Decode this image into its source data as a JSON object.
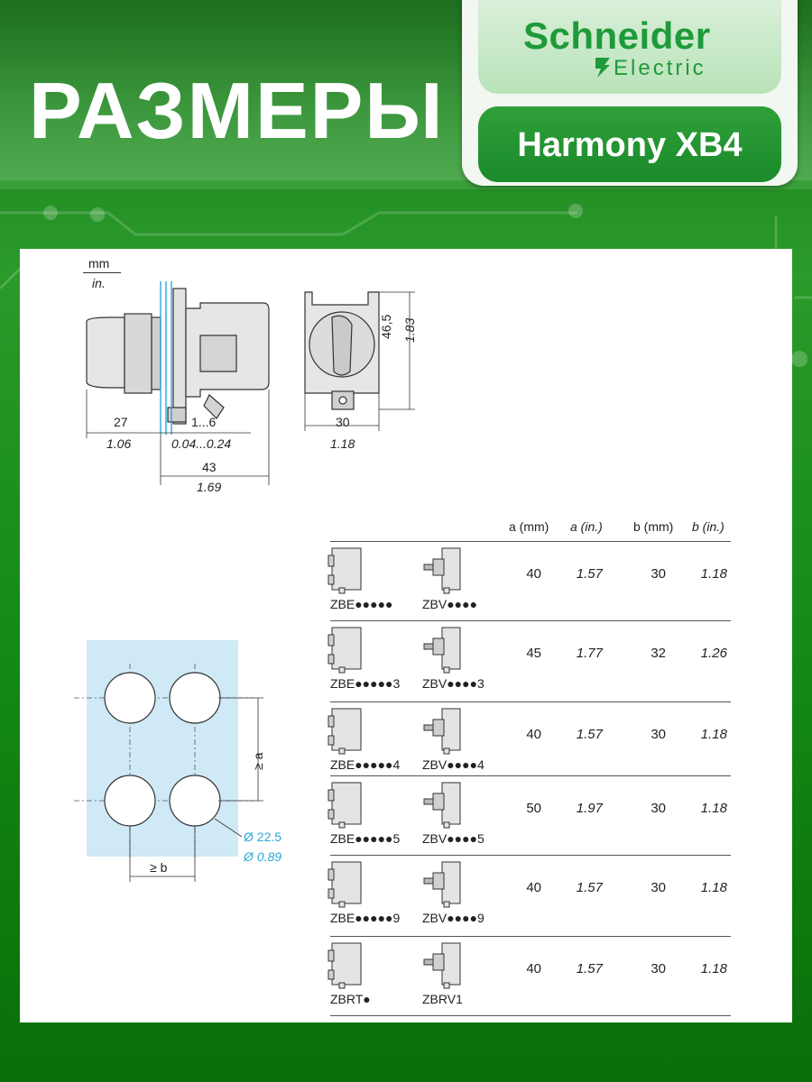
{
  "header": {
    "title": "РАЗМЕРЫ",
    "brand_name": "Schneider",
    "brand_sub": "Electric",
    "series": "Harmony XB4"
  },
  "colors": {
    "brand_green": "#1f9a3a",
    "background_green": "#138a13",
    "panel_blue": "#cfe9f7",
    "accent_cyan": "#2aa9d8"
  },
  "drawing": {
    "units_top": "mm",
    "units_bottom": "in.",
    "dim_27": "27",
    "dim_27_in": "1.06",
    "dim_1_6": "1...6",
    "dim_1_6_in": "0.04...0.24",
    "dim_43": "43",
    "dim_43_in": "1.69",
    "dim_30": "30",
    "dim_30_in": "1.18",
    "dim_46_5": "46,5",
    "dim_46_5_in": "1.83"
  },
  "cutout": {
    "label_a": "≥ a",
    "label_b": "≥ b",
    "diameter_mm": "Ø 22.5",
    "diameter_in": "Ø 0.89"
  },
  "table": {
    "headers": [
      "a (mm)",
      "a (in.)",
      "b (mm)",
      "b (in.)"
    ],
    "rows": [
      {
        "code_e": "ZBE●●●●●",
        "code_v": "ZBV●●●●",
        "a_mm": "40",
        "a_in": "1.57",
        "b_mm": "30",
        "b_in": "1.18"
      },
      {
        "code_e": "ZBE●●●●●3",
        "code_v": "ZBV●●●●3",
        "a_mm": "45",
        "a_in": "1.77",
        "b_mm": "32",
        "b_in": "1.26"
      },
      {
        "code_e": "ZBE●●●●●4",
        "code_v": "ZBV●●●●4",
        "a_mm": "40",
        "a_in": "1.57",
        "b_mm": "30",
        "b_in": "1.18"
      },
      {
        "code_e": "ZBE●●●●●5",
        "code_v": "ZBV●●●●5",
        "a_mm": "50",
        "a_in": "1.97",
        "b_mm": "30",
        "b_in": "1.18"
      },
      {
        "code_e": "ZBE●●●●●9",
        "code_v": "ZBV●●●●9",
        "a_mm": "40",
        "a_in": "1.57",
        "b_mm": "30",
        "b_in": "1.18"
      },
      {
        "code_e": "ZBRT●",
        "code_v": "ZBRV1",
        "a_mm": "40",
        "a_in": "1.57",
        "b_mm": "30",
        "b_in": "1.18"
      }
    ]
  }
}
